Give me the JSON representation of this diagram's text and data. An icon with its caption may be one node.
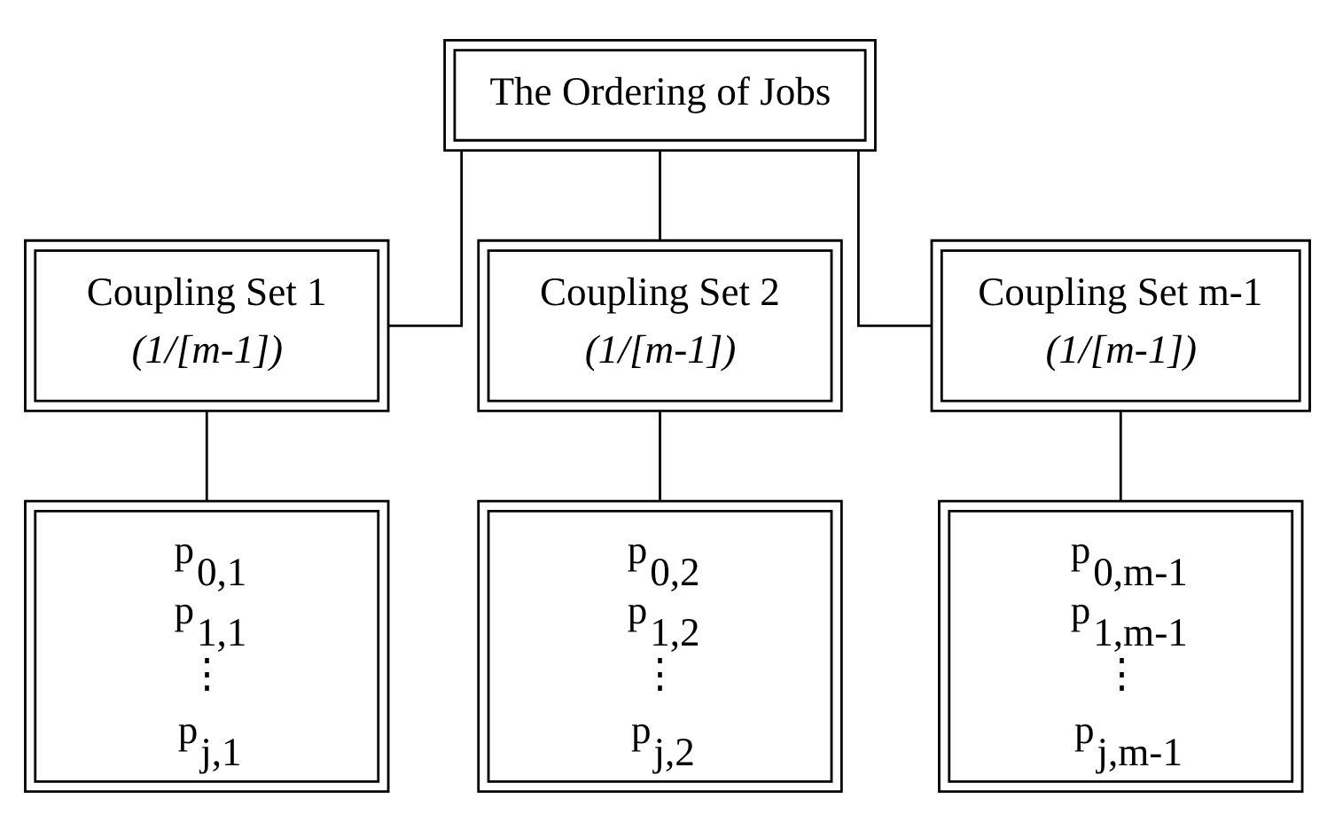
{
  "diagram": {
    "nodes": [
      {
        "text": [
          "The Ordering of Jobs"
        ]
      },
      {
        "text": [
          "Coupling Set 1",
          "(1/[m-1])"
        ]
      },
      {
        "text": [
          "Coupling Set 2",
          "(1/[m-1])"
        ]
      },
      {
        "text": [
          "Coupling Set m-1",
          "(1/[m-1])"
        ]
      },
      {
        "text": [
          "p$_{0,1}$",
          "p$_{1,1}$",
          "⋮",
          "p$_{j,1}$"
        ]
      },
      {
        "text": [
          "p$_{0,2}$",
          "p$_{1,2}$",
          "⋮",
          "p$_{j,2}$"
        ]
      },
      {
        "text": [
          "p$_{0,m-1}$",
          "p$_{1,m-1}$",
          "⋮",
          "p$_{j,m-1}$"
        ]
      }
    ],
    "edges": [
      {
        "from": 0,
        "to": 1,
        "arrow": "none"
      },
      {
        "from": 0,
        "to": 2,
        "arrow": "none"
      },
      {
        "from": 0,
        "to": 3,
        "arrow": "none"
      },
      {
        "from": 1,
        "to": 4,
        "arrow": "none"
      },
      {
        "from": 2,
        "to": 5,
        "arrow": "none"
      },
      {
        "from": 3,
        "to": 6,
        "arrow": "none"
      }
    ]
  }
}
